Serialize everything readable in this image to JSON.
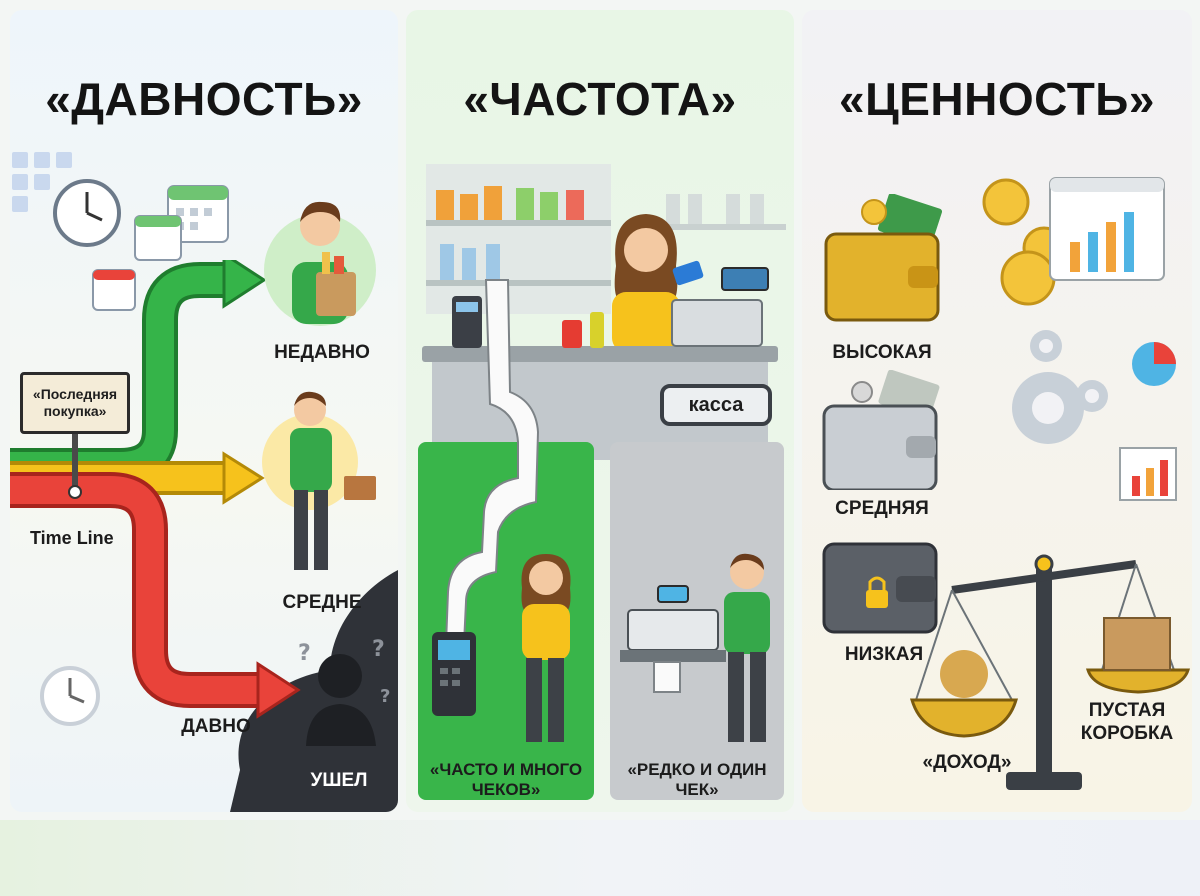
{
  "panels": {
    "recency": {
      "title": "«ДАВНОСТЬ»",
      "signpost": "«Последняя покупка»",
      "timeline_label": "Time Line",
      "levels": {
        "recent": "НЕДАВНО",
        "medium": "СРЕДНЕ",
        "long_ago": "ДАВНО",
        "gone": "УШЕЛ"
      }
    },
    "frequency": {
      "title": "«ЧАСТОТА»",
      "register_label": "касса",
      "frequent": "«ЧАСТО И МНОГО ЧЕКОВ»",
      "rare": "«РЕДКО И ОДИН ЧЕК»"
    },
    "value": {
      "title": "«ЦЕННОСТЬ»",
      "levels": {
        "high": "ВЫСОКАЯ",
        "medium": "СРЕДНЯЯ",
        "low": "НИЗКАЯ"
      },
      "income": "«ДОХОД»",
      "empty_box": "ПУСТАЯ КОРОБКА"
    }
  },
  "colors": {
    "green": "#2eaa3e",
    "yellow": "#f6c21c",
    "red": "#e9433a",
    "dark": "#2f3238",
    "accent_panel_green": "#39b54a"
  }
}
